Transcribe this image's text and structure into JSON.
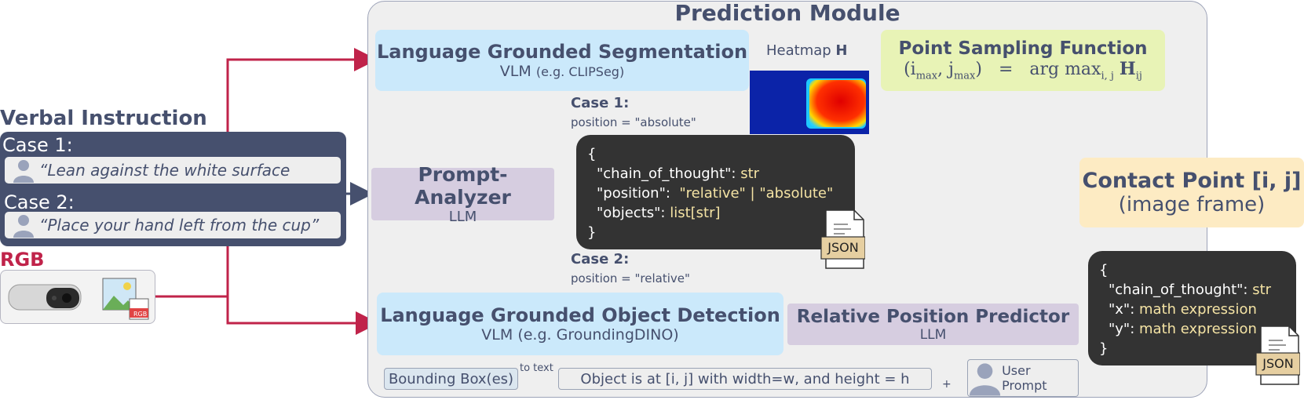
{
  "module_title": "Prediction Module",
  "verbal": {
    "heading": "Verbal Instruction",
    "case1_label": "Case 1:",
    "case1_text": "“Lean against the white surface",
    "case2_label": "Case 2:",
    "case2_text": "“Place your hand left from the cup”"
  },
  "rgb": {
    "heading": "RGB",
    "badge": "RGB"
  },
  "seg": {
    "title": "Language Grounded Segmentation",
    "vlm": "VLM",
    "example": "(e.g. CLIPSeg)"
  },
  "heatmap": {
    "label": "Heatmap",
    "symbol": "H"
  },
  "sampling": {
    "title": "Point Sampling Function",
    "formula_left": "(i",
    "formula_sub1": "max",
    "formula_mid": ", j",
    "formula_sub2": "max",
    "formula_right": ")",
    "formula_eq": "=",
    "formula_arg": "arg max",
    "formula_argsub": "i, j",
    "formula_H": "H",
    "formula_Hsub": "ij"
  },
  "contact": {
    "title": "Contact Point [i, j]",
    "subtitle": "(image frame)"
  },
  "case1": {
    "label": "Case 1:",
    "position": "position = \"absolute\""
  },
  "case2": {
    "label": "Case 2:",
    "position": "position = \"relative\""
  },
  "analyzer": {
    "title": "Prompt-Analyzer",
    "sub": "LLM"
  },
  "json1": {
    "open": "{",
    "k1": "\"chain_of_thought\":",
    "v1": "str",
    "k2": "\"position\":",
    "v2": "\"relative\" | \"absolute\"",
    "k3": "\"objects\":",
    "v3": "list[str]",
    "close": "}",
    "badge": "JSON"
  },
  "detection": {
    "title": "Language Grounded Object Detection",
    "vlm": "VLM",
    "example": "(e.g. GroundingDINO)"
  },
  "relative": {
    "title": "Relative Position Predictor",
    "sub": "LLM"
  },
  "json2": {
    "open": "{",
    "k1": "\"chain_of_thought\":",
    "v1": "str",
    "k2": "\"x\":",
    "v2": "math expression",
    "k3": "\"y\":",
    "v3": "math expression",
    "close": "}",
    "badge": "JSON"
  },
  "bottom": {
    "bbox": "Bounding Box(es)",
    "to_text": "to text",
    "sentence": "Object is at [i, j] with width=w, and height = h",
    "plus": "+",
    "user_prompt": "User Prompt"
  },
  "colors": {
    "dark_slate": "#46506e",
    "crimson": "#c0234a",
    "seg_blue": "#cbe9fb",
    "llm_purple": "#d6cde0",
    "sample_green": "#e8f3b6",
    "contact_orange": "#fdebc3",
    "code_bg": "#333333",
    "code_value": "#f4e3a4"
  },
  "icons": [
    "person-icon",
    "camera-icon",
    "image-icon",
    "json-file-icon",
    "heatmap-image"
  ]
}
